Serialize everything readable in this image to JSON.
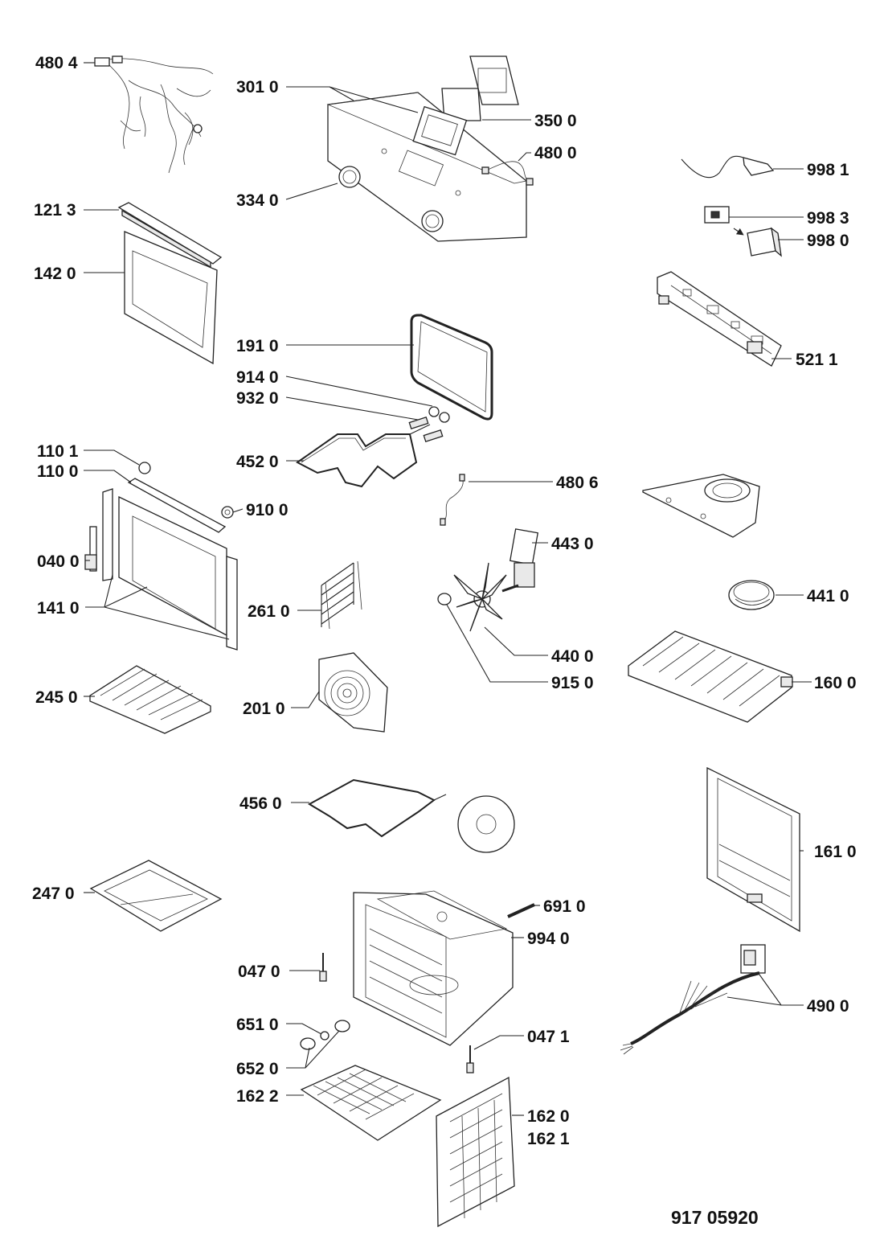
{
  "document_number": "917 05920",
  "labels": {
    "p4804": "480 4",
    "p3010": "301 0",
    "p3500": "350 0",
    "p4800": "480 0",
    "p3340": "334 0",
    "p1213": "121 3",
    "p1420": "142 0",
    "p9981": "998 1",
    "p9983": "998 3",
    "p9980": "998 0",
    "p5211": "521 1",
    "p1910": "191 0",
    "p9140": "914 0",
    "p9320": "932 0",
    "p1101": "110 1",
    "p1100": "110 0",
    "p4520": "452 0",
    "p4806": "480 6",
    "p9100": "910 0",
    "p4430": "443 0",
    "p0400": "040 0",
    "p1410": "141 0",
    "p2610": "261 0",
    "p4410": "441 0",
    "p4400": "440 0",
    "p9150": "915 0",
    "p1600": "160 0",
    "p2450": "245 0",
    "p2010": "201 0",
    "p4560": "456 0",
    "p1610": "161 0",
    "p2470": "247 0",
    "p6910": "691 0",
    "p9940": "994 0",
    "p0470": "047 0",
    "p4900": "490 0",
    "p6510": "651 0",
    "p0471": "047 1",
    "p6520": "652 0",
    "p1622": "162 2",
    "p1620": "162 0",
    "p1621": "162 1"
  }
}
